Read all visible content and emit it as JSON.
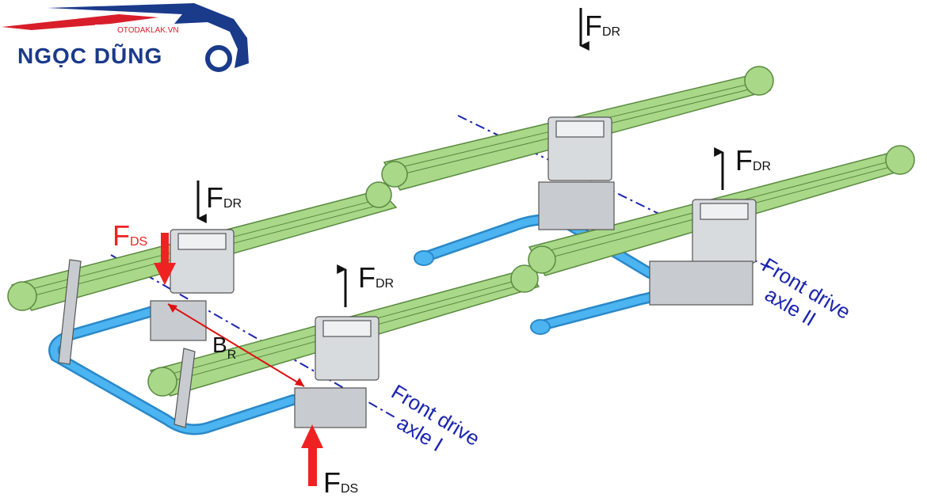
{
  "logo": {
    "brand": "NGỌC DŨNG",
    "site": "OTODAKLAK.VN"
  },
  "forces": {
    "f": "F",
    "dr_sub": "DR",
    "ds_sub": "DS"
  },
  "dimension": {
    "b": "B",
    "r_sub": "R"
  },
  "axles": {
    "axle1_line1": "Front drive",
    "axle1_line2": "axle I",
    "axle2_line1": "Front drive",
    "axle2_line2": "axle II"
  },
  "colors": {
    "spring_green": "#a8d888",
    "stabilizer_blue": "#3aa0e0",
    "ds_red": "#ee2222",
    "axis_blue": "#1a24b0",
    "logo_blue": "#1a3a8a"
  }
}
